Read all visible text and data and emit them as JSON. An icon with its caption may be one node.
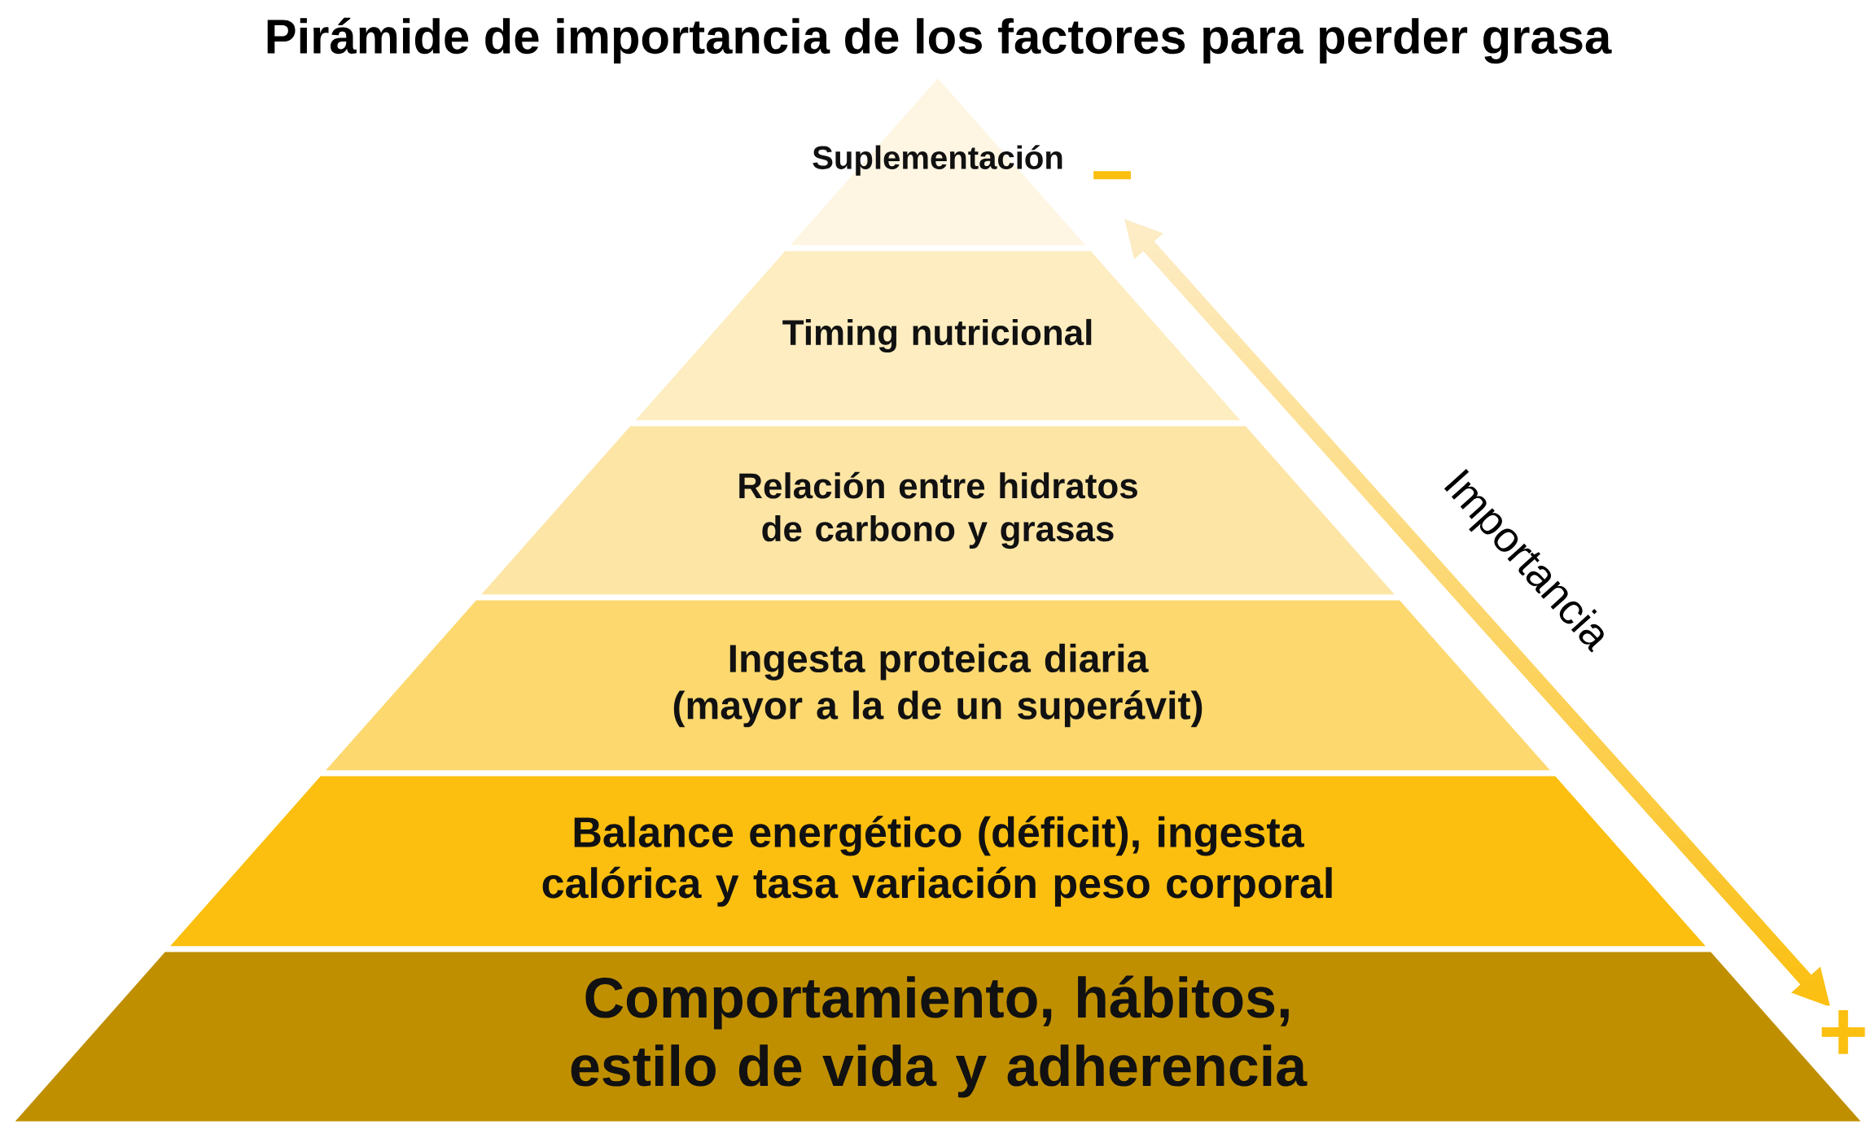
{
  "diagram": {
    "title": "Pirámide de importancia de los factores para perder grasa",
    "nodes": [
      {
        "text": [
          "Suplementación"
        ]
      },
      {
        "text": [
          "Timing nutricional"
        ]
      },
      {
        "text": [
          "Relación entre hidratos de carbono y grasas"
        ]
      },
      {
        "text": [
          "Ingesta proteica diaria (mayor a la de un superávit)"
        ]
      },
      {
        "text": [
          "Balance energético (déficit), ingesta calórica y tasa variación peso corporal"
        ]
      },
      {
        "text": [
          "Comportamiento, hábitos, estilo de vida y adherencia"
        ]
      }
    ],
    "labels": [
      "−",
      "Importancia",
      "+"
    ]
  }
}
